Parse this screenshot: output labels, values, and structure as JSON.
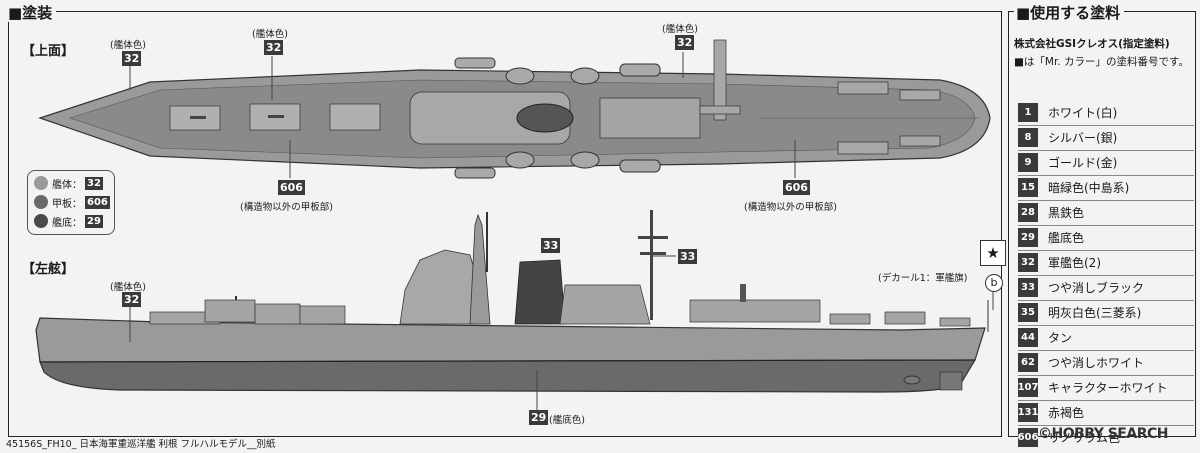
{
  "sections": {
    "painting": "■塗装",
    "paints_used": "■使用する塗料",
    "top_view": "【上面】",
    "side_view": "【左舷】"
  },
  "top_labels": {
    "hull1": "(艦体色)",
    "hull1_num": "32",
    "hull2": "(艦体色)",
    "hull2_num": "32",
    "hull3": "(艦体色)",
    "hull3_num": "32",
    "deck1_num": "606",
    "deck1": "(構造物以外の甲板部)",
    "deck2_num": "606",
    "deck2": "(構造物以外の甲板部)"
  },
  "legend": [
    {
      "label": "艦体：",
      "num": "32",
      "color": "#9a9a9a"
    },
    {
      "label": "甲板：",
      "num": "606",
      "color": "#6a6a6a"
    },
    {
      "label": "艦底：",
      "num": "29",
      "color": "#4a4a4a"
    }
  ],
  "side_labels": {
    "funnel_num": "33",
    "mast_num": "33",
    "hull": "(艦体色)",
    "hull_num": "32",
    "bottom_num": "29",
    "bottom": "(艦底色)",
    "decal": "(デカール1：軍艦旗)",
    "decal_mark": "b"
  },
  "maker": {
    "company": "株式会社GSIクレオス(指定塗料)",
    "note": "■は「Mr. カラー」の塗料番号です。"
  },
  "paints": [
    {
      "code": "1",
      "name": "ホワイト(白)"
    },
    {
      "code": "8",
      "name": "シルバー(銀)"
    },
    {
      "code": "9",
      "name": "ゴールド(金)"
    },
    {
      "code": "15",
      "name": "暗緑色(中島系)"
    },
    {
      "code": "28",
      "name": "黒鉄色"
    },
    {
      "code": "29",
      "name": "艦底色"
    },
    {
      "code": "32",
      "name": "軍艦色(2)"
    },
    {
      "code": "33",
      "name": "つや消しブラック"
    },
    {
      "code": "35",
      "name": "明灰白色(三菱系)"
    },
    {
      "code": "44",
      "name": "タン"
    },
    {
      "code": "62",
      "name": "つや消しホワイト"
    },
    {
      "code": "107",
      "name": "キャラクターホワイト"
    },
    {
      "code": "131",
      "name": "赤褐色"
    },
    {
      "code": "606",
      "name": "リノリウム色"
    }
  ],
  "footer": "45156S_FH10_ 日本海軍重巡洋艦 利根 フルハルモデル__別紙",
  "watermark": "©HOBBY SEARCH",
  "colors": {
    "hull": "#9a9a9a",
    "deck": "#6d6d6d",
    "bottom": "#6a6a6a",
    "label_bg": "#3a3a3a"
  }
}
